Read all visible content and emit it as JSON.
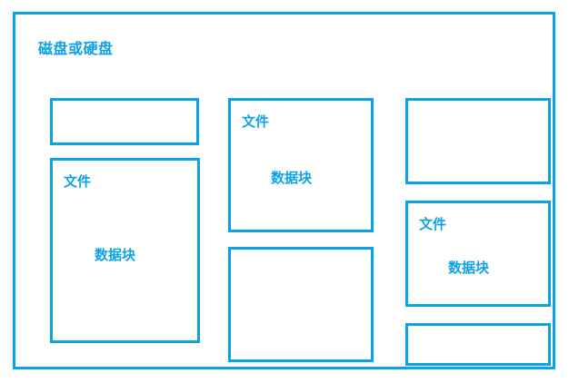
{
  "theme": {
    "accent": "#0ca2e6",
    "background": "#ffffff"
  },
  "diagram": {
    "title": "磁盘或硬盘",
    "labels": {
      "file": "文件",
      "data_block": "数据块"
    },
    "columns": [
      {
        "name": "left-column",
        "blocks": [
          {
            "id": "blk-l1",
            "file_label": "",
            "data_label": "",
            "empty": true
          },
          {
            "id": "blk-l2",
            "file_label": "文件",
            "data_label": "数据块",
            "empty": false
          }
        ]
      },
      {
        "name": "middle-column",
        "blocks": [
          {
            "id": "blk-m1",
            "file_label": "文件",
            "data_label": "数据块",
            "empty": false
          },
          {
            "id": "blk-m2",
            "file_label": "",
            "data_label": "",
            "empty": true
          }
        ]
      },
      {
        "name": "right-column",
        "blocks": [
          {
            "id": "blk-r1",
            "file_label": "",
            "data_label": "",
            "empty": true
          },
          {
            "id": "blk-r2",
            "file_label": "文件",
            "data_label": "数据块",
            "empty": false
          },
          {
            "id": "blk-r3",
            "file_label": "",
            "data_label": "",
            "empty": true
          }
        ]
      }
    ]
  }
}
